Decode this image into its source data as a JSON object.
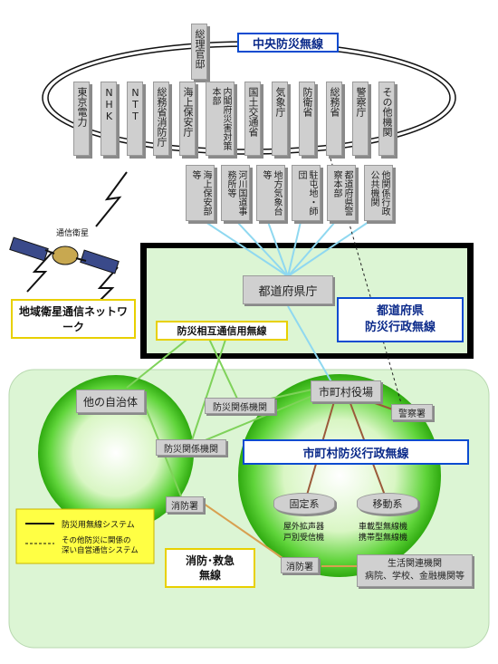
{
  "central": {
    "title": "中央防災無線",
    "top_box": "総理官邸",
    "ring_boxes": [
      "東京電力",
      "NHK",
      "NTT",
      "総務省消防庁",
      "海上保安庁",
      "内閣府災害対策本部",
      "国土交通省",
      "気象庁",
      "防衛省",
      "総務省",
      "警察庁",
      "その他機関"
    ],
    "lower_boxes": [
      "海上保安部等",
      "河川国道事務所等",
      "地方気象台等",
      "駐屯地・師団",
      "都道府県警察本部",
      "他関係行政公共機関"
    ]
  },
  "satellite": {
    "label": "通信衛星",
    "network_label": "地域衛星通信ネットワーク"
  },
  "prefecture": {
    "office": "都道府県庁",
    "admin_radio": "都道府県\n防災行政無線",
    "mutual_radio": "防災相互通信用無線"
  },
  "municipal": {
    "other_local_gov": "他の自治体",
    "disaster_org_1": "防災関係機関",
    "disaster_org_2": "防災関係機関",
    "fire_station_1": "消防署",
    "fire_station_2": "消防署",
    "police_station": "警察署",
    "town_office": "市町村役場",
    "admin_radio": "市町村防災行政無線",
    "fixed": "固定系",
    "mobile": "移動系",
    "fixed_desc": "屋外拡声器\n戸別受信機",
    "mobile_desc": "車載型無線機\n携帯型無線機",
    "life_orgs": "生活関連機関\n病院、学校、金融機関等",
    "fire_rescue": "消防･救急\n無線"
  },
  "legend": {
    "solid": "防災用無線システム",
    "dashed": "その他防災に関係の\n深い自営通信システム"
  },
  "colors": {
    "blue_line": "#8fd8f0",
    "green_line": "#7fd25a",
    "brown_line": "#9b5a3a",
    "orange_line": "#d8a050",
    "panel_green": "#dcf5d4",
    "frame_blue": "#0b4bd0",
    "frame_yellow": "#e8d000"
  }
}
